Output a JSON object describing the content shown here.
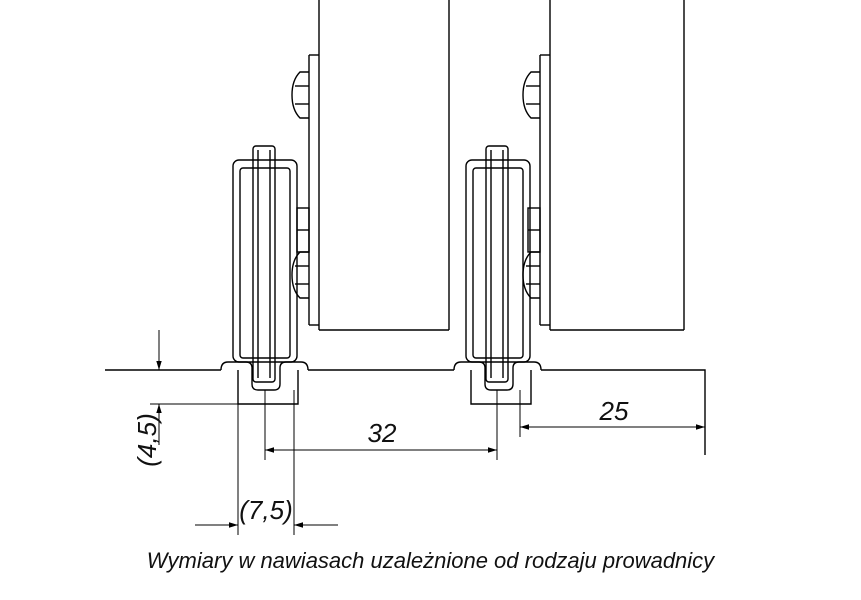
{
  "dimensions": {
    "height_bracketed": "(4,5)",
    "groove_width_bracketed": "(7,5)",
    "spacing": "32",
    "edge_offset": "25"
  },
  "caption": "Wymiary w nawiasach uzależnione od rodzaju prowadnicy"
}
